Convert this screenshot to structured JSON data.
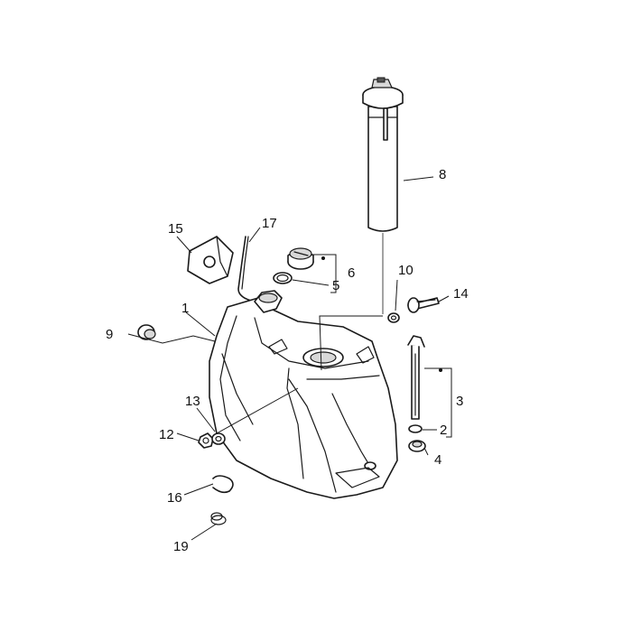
{
  "callouts": [
    {
      "id": "c1",
      "label": "1"
    },
    {
      "id": "c2",
      "label": "2"
    },
    {
      "id": "c3",
      "label": "3"
    },
    {
      "id": "c4",
      "label": "4"
    },
    {
      "id": "c5",
      "label": "5"
    },
    {
      "id": "c6",
      "label": "6"
    },
    {
      "id": "c8",
      "label": "8"
    },
    {
      "id": "c9",
      "label": "9"
    },
    {
      "id": "c10",
      "label": "10"
    },
    {
      "id": "c12",
      "label": "12"
    },
    {
      "id": "c13",
      "label": "13"
    },
    {
      "id": "c14",
      "label": "14"
    },
    {
      "id": "c15",
      "label": "15"
    },
    {
      "id": "c16",
      "label": "16"
    },
    {
      "id": "c17",
      "label": "17"
    },
    {
      "id": "c19",
      "label": "19"
    }
  ]
}
